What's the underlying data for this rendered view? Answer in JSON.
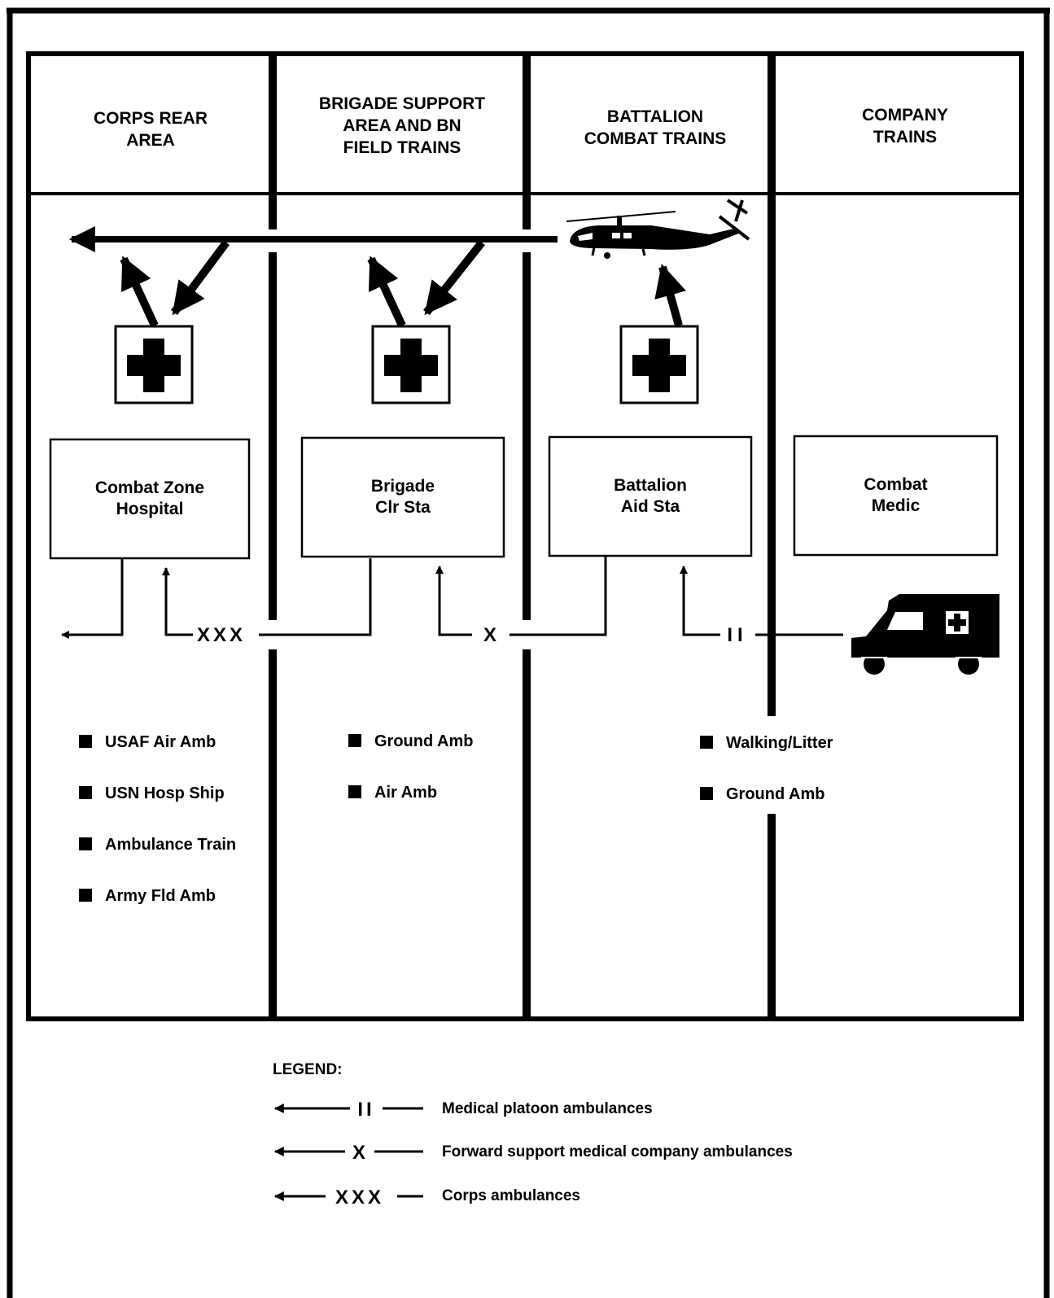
{
  "headers": [
    [
      "CORPS REAR",
      "AREA"
    ],
    [
      "BRIGADE SUPPORT",
      "AREA AND BN",
      "FIELD TRAINS"
    ],
    [
      "BATTALION",
      "COMBAT TRAINS"
    ],
    [
      "COMPANY",
      "TRAINS"
    ]
  ],
  "facilities": [
    [
      "Combat Zone",
      "Hospital"
    ],
    [
      "Brigade",
      "Clr Sta"
    ],
    [
      "Battalion",
      "Aid Sta"
    ],
    [
      "Combat",
      "Medic"
    ]
  ],
  "evac_modes": [
    [
      "USAF Air Amb",
      "USN Hosp Ship",
      "Ambulance Train",
      "Army Fld Amb"
    ],
    [
      "Ground Amb",
      "Air Amb"
    ],
    [
      "Walking/Litter",
      "Ground Amb"
    ]
  ],
  "route_codes": [
    "XXX",
    "X",
    "II"
  ],
  "legend": {
    "title": "LEGEND:",
    "items": [
      {
        "symbol": "II",
        "text": "Medical platoon ambulances"
      },
      {
        "symbol": "X",
        "text": "Forward support medical company ambulances"
      },
      {
        "symbol": "XXX",
        "text": "Corps ambulances"
      }
    ]
  },
  "icons": [
    "helicopter-icon",
    "ambulance-icon",
    "red-cross-icon"
  ]
}
